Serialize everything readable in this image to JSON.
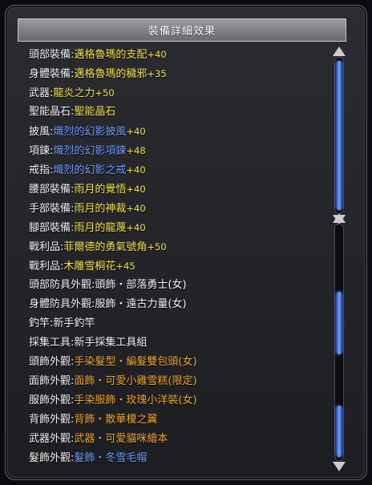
{
  "window": {
    "title": "裝備詳細效果"
  },
  "colors": {
    "yellow": "#f4e34a",
    "blue": "#6b9cff",
    "orange": "#f3a530",
    "white": "#f2f2f2"
  },
  "rows": [
    {
      "label": "頭部裝備:",
      "item": "邁格魯瑪的支配",
      "bonus": "+40",
      "color": "yellow"
    },
    {
      "label": "身體裝備:",
      "item": "邁格魯瑪的穢邪",
      "bonus": "+35",
      "color": "yellow"
    },
    {
      "label": "武器:",
      "item": "龍炎之力",
      "bonus": "+50",
      "color": "yellow"
    },
    {
      "label": "聖能晶石:",
      "item": "聖能晶石",
      "bonus": "",
      "color": "yellow"
    },
    {
      "label": "披風:",
      "item": "熾烈的幻影披風",
      "bonus": "+40",
      "color": "blue"
    },
    {
      "label": "項鍊:",
      "item": "熾烈的幻影項鍊",
      "bonus": "+48",
      "color": "blue"
    },
    {
      "label": "戒指:",
      "item": "熾烈的幻影之戒",
      "bonus": "+40",
      "color": "blue"
    },
    {
      "label": "腰部裝備:",
      "item": "雨月的覺悟",
      "bonus": "+40",
      "color": "yellow"
    },
    {
      "label": "手部裝備:",
      "item": "雨月的神裁",
      "bonus": "+40",
      "color": "yellow"
    },
    {
      "label": "腳部裝備:",
      "item": "雨月的龍蔑",
      "bonus": "+40",
      "color": "yellow"
    },
    {
      "label": "戰利品:",
      "item": "菲爾德的勇氣號角",
      "bonus": "+50",
      "color": "yellow"
    },
    {
      "label": "戰利品:",
      "item": "木雕雪桐花",
      "bonus": "+45",
      "color": "yellow"
    },
    {
      "label": "頭部防具外觀:",
      "item": "頭飾・部落勇士(女)",
      "bonus": "",
      "color": "white"
    },
    {
      "label": "身體防具外觀:",
      "item": "服飾・遠古力量(女)",
      "bonus": "",
      "color": "white"
    },
    {
      "label": "釣竿:",
      "item": "新手釣竿",
      "bonus": "",
      "color": "white"
    },
    {
      "label": "採集工具:",
      "item": "新手採集工具組",
      "bonus": "",
      "color": "white"
    },
    {
      "label": "頭飾外觀:",
      "item": "手染髮型・編髮雙包頭(女)",
      "bonus": "",
      "color": "orange"
    },
    {
      "label": "面飾外觀:",
      "item": "面飾・可愛小雞雪糕(限定)",
      "bonus": "",
      "color": "orange"
    },
    {
      "label": "服飾外觀:",
      "item": "手染服飾・玫瑰小洋裝(女)",
      "bonus": "",
      "color": "orange"
    },
    {
      "label": "背飾外觀:",
      "item": "背飾・散華榎之翼",
      "bonus": "",
      "color": "orange"
    },
    {
      "label": "武器外觀:",
      "item": "武器・可愛貓咪繪本",
      "bonus": "",
      "color": "orange"
    },
    {
      "label": "髮飾外觀:",
      "item": "髮飾・冬雪毛帽",
      "bonus": "",
      "color": "blue"
    }
  ]
}
